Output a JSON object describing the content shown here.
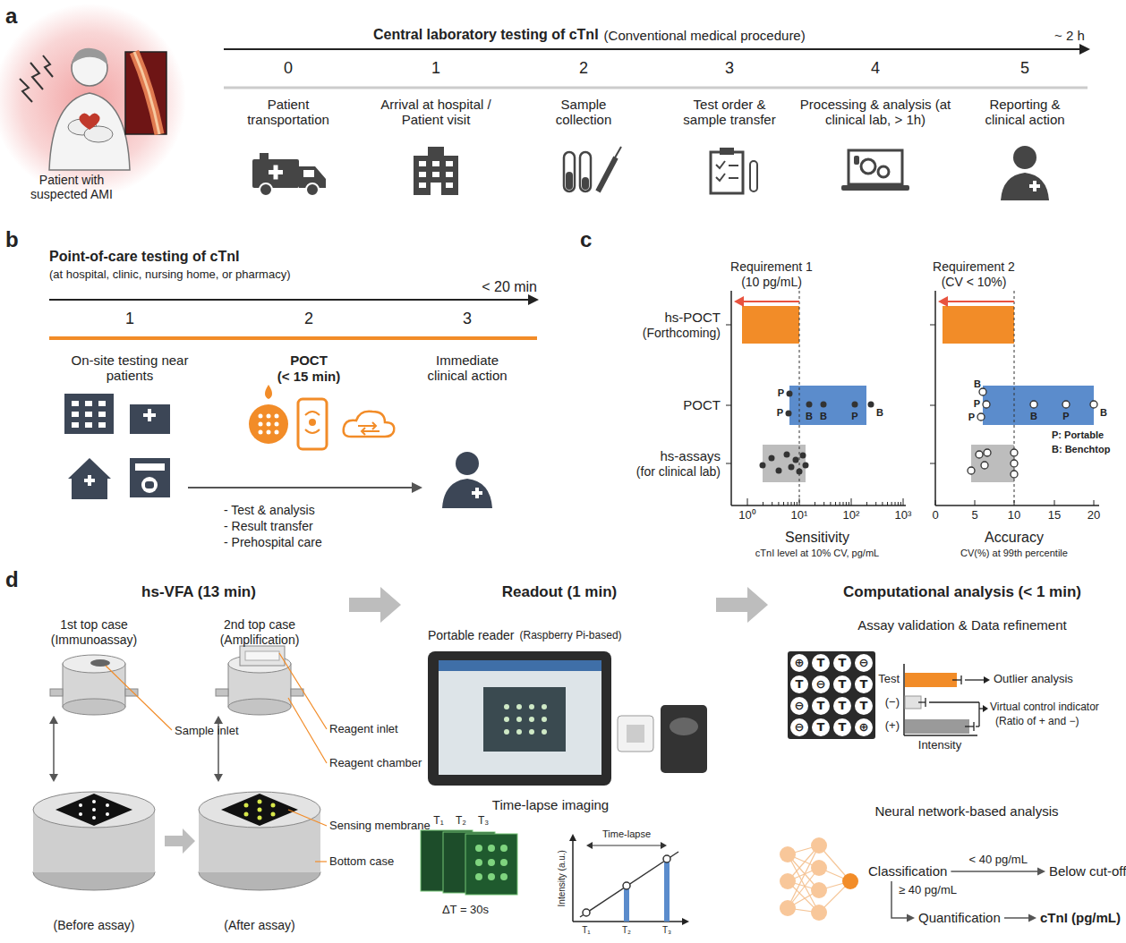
{
  "diagram": {
    "nodes": [
      {
        "text": [
          "Classification"
        ]
      },
      {
        "text": [
          "Below cut-off"
        ]
      },
      {
        "text": [
          "Quantification"
        ]
      },
      {
        "text": [
          "cTnI (pg/mL)"
        ]
      }
    ],
    "edges": [
      {
        "from": 0,
        "to": 1,
        "arrow": "to",
        "label": "< 40 pg/mL"
      },
      {
        "from": 0,
        "to": 2,
        "arrow": "to",
        "label": "≥ 40 pg/mL"
      },
      {
        "from": 2,
        "to": 3,
        "arrow": "to"
      }
    ],
    "labels": [
      "a",
      "Patient with suspected AMI",
      "Central laboratory testing of cTnI",
      "(Conventional medical procedure)",
      "~ 2 h",
      "0",
      "1",
      "2",
      "3",
      "4",
      "5",
      "Patient transportation",
      "Arrival at hospital / Patient visit",
      "Sample collection",
      "Test order & sample transfer",
      "Processing & analysis (at clinical lab, > 1h)",
      "Reporting & clinical action",
      "b",
      "Point-of-care testing of cTnI",
      "(at hospital, clinic, nursing home, or pharmacy)",
      "< 20 min",
      "1",
      "2",
      "3",
      "On-site testing near patients",
      "POCT",
      "(< 15 min)",
      "Immediate clinical action",
      "- Test & analysis",
      "- Result transfer",
      "- Prehospital care",
      "c",
      "Requirement 1",
      "(10 pg/mL)",
      "Requirement 2",
      "(CV < 10%)",
      "hs-POCT",
      "(Forthcoming)",
      "POCT",
      "hs-assays",
      "(for clinical lab)",
      "10⁰",
      "10¹",
      "10²",
      "10³",
      "Sensitivity",
      "cTnI level at 10% CV, pg/mL",
      "P",
      "P",
      "B",
      "B",
      "P",
      "B",
      "0",
      "5",
      "10",
      "15",
      "20",
      "Accuracy",
      "CV(%) at 99th percentile",
      "B",
      "P",
      "P",
      "B",
      "P",
      "B",
      "P: Portable",
      "B: Benchtop",
      "d",
      "hs-VFA (13 min)",
      "1st top case",
      "(Immunoassay)",
      "2nd top case",
      "(Amplification)",
      "Sample inlet",
      "Reagent inlet",
      "Reagent chamber",
      "Sensing membrane",
      "Bottom case",
      "(Before assay)",
      "(After assay)",
      "Readout (1 min)",
      "Portable reader",
      "(Raspberry Pi-based)",
      "Time-lapse imaging",
      "T₁",
      "T₂",
      "T₃",
      "ΔT = 30s",
      "Intensity (a.u.)",
      "Time-lapse",
      "T₁",
      "T₂",
      "T₃",
      "Computational analysis (< 1 min)",
      "Assay validation & Data refinement",
      "⊕",
      "T",
      "T",
      "⊖",
      "T",
      "⊖",
      "T",
      "T",
      "⊖",
      "T",
      "T",
      "T",
      "⊖",
      "T",
      "T",
      "⊕",
      "Test",
      "(−)",
      "(+)",
      "Intensity",
      "Outlier analysis",
      "Virtual control indicator",
      "(Ratio of + and −)",
      "Neural network-based analysis"
    ]
  }
}
